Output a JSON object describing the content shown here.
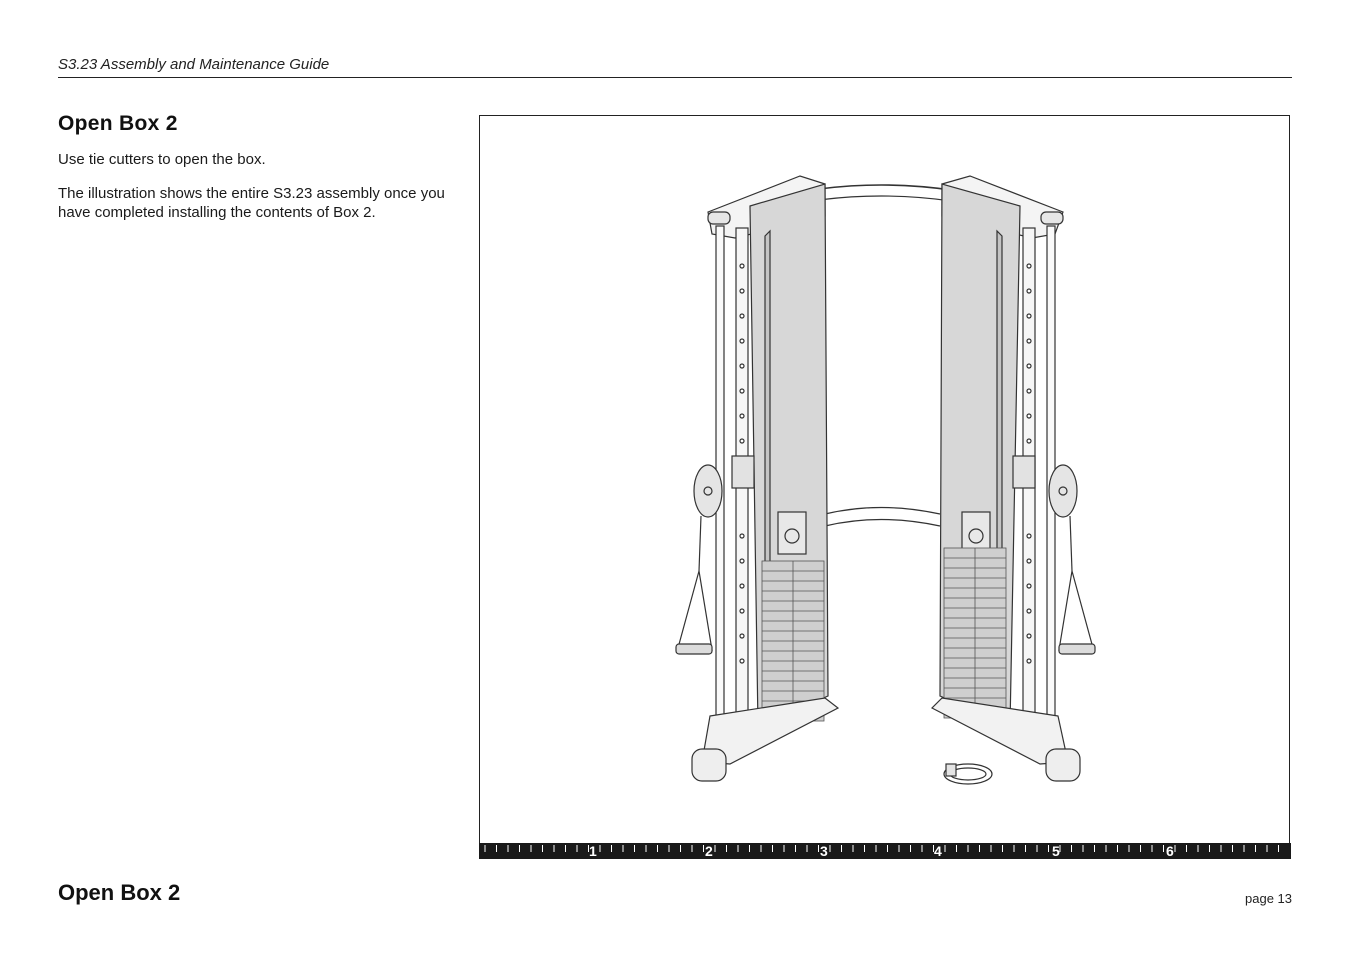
{
  "header": {
    "running_title": "S3.23 Assembly and Maintenance Guide"
  },
  "section": {
    "title": "Open Box 2",
    "paragraphs": [
      "Use tie cutters to open the box.",
      "The illustration shows the entire S3.23 assembly once you have completed installing the contents of Box 2."
    ]
  },
  "figure": {
    "icon": "cable-crossover-machine-illustration",
    "ruler_labels": [
      "1",
      "2",
      "3",
      "4",
      "5",
      "6"
    ]
  },
  "footer": {
    "title": "Open Box 2",
    "page_label": "page 13"
  }
}
